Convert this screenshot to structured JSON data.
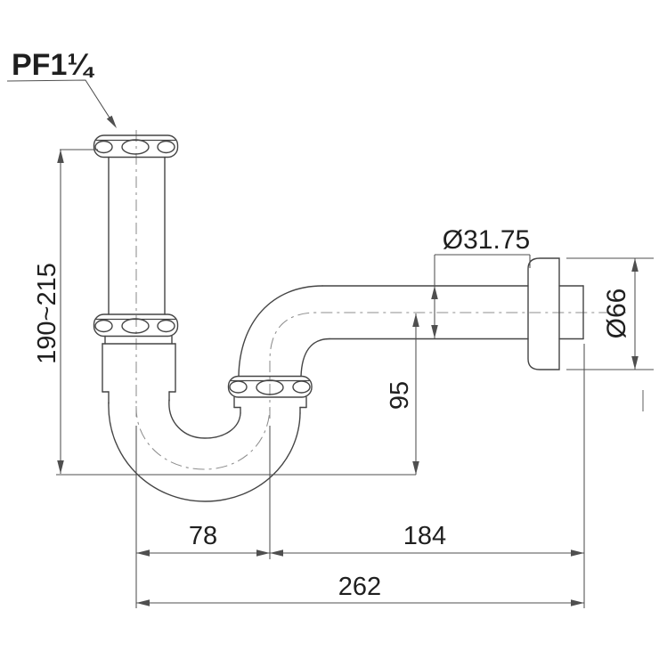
{
  "drawing": {
    "type": "technical-dimension-drawing",
    "subject": "P-trap siphon, side view with dimensions (mm)",
    "connection_label": "PF1¼",
    "dimensions": {
      "height_range": "190~215",
      "pipe_outer_diameter": "Ø31.75",
      "escutcheon_diameter": "Ø66",
      "outlet_center_height": "95",
      "trap_offset": "78",
      "outlet_run": "184",
      "overall_length": "262"
    }
  },
  "colors": {
    "background": "#ffffff",
    "outline": "#454545",
    "dimension": "#4f4f4f",
    "centerline": "#8d8d8d",
    "text": "#1f1f1f"
  }
}
